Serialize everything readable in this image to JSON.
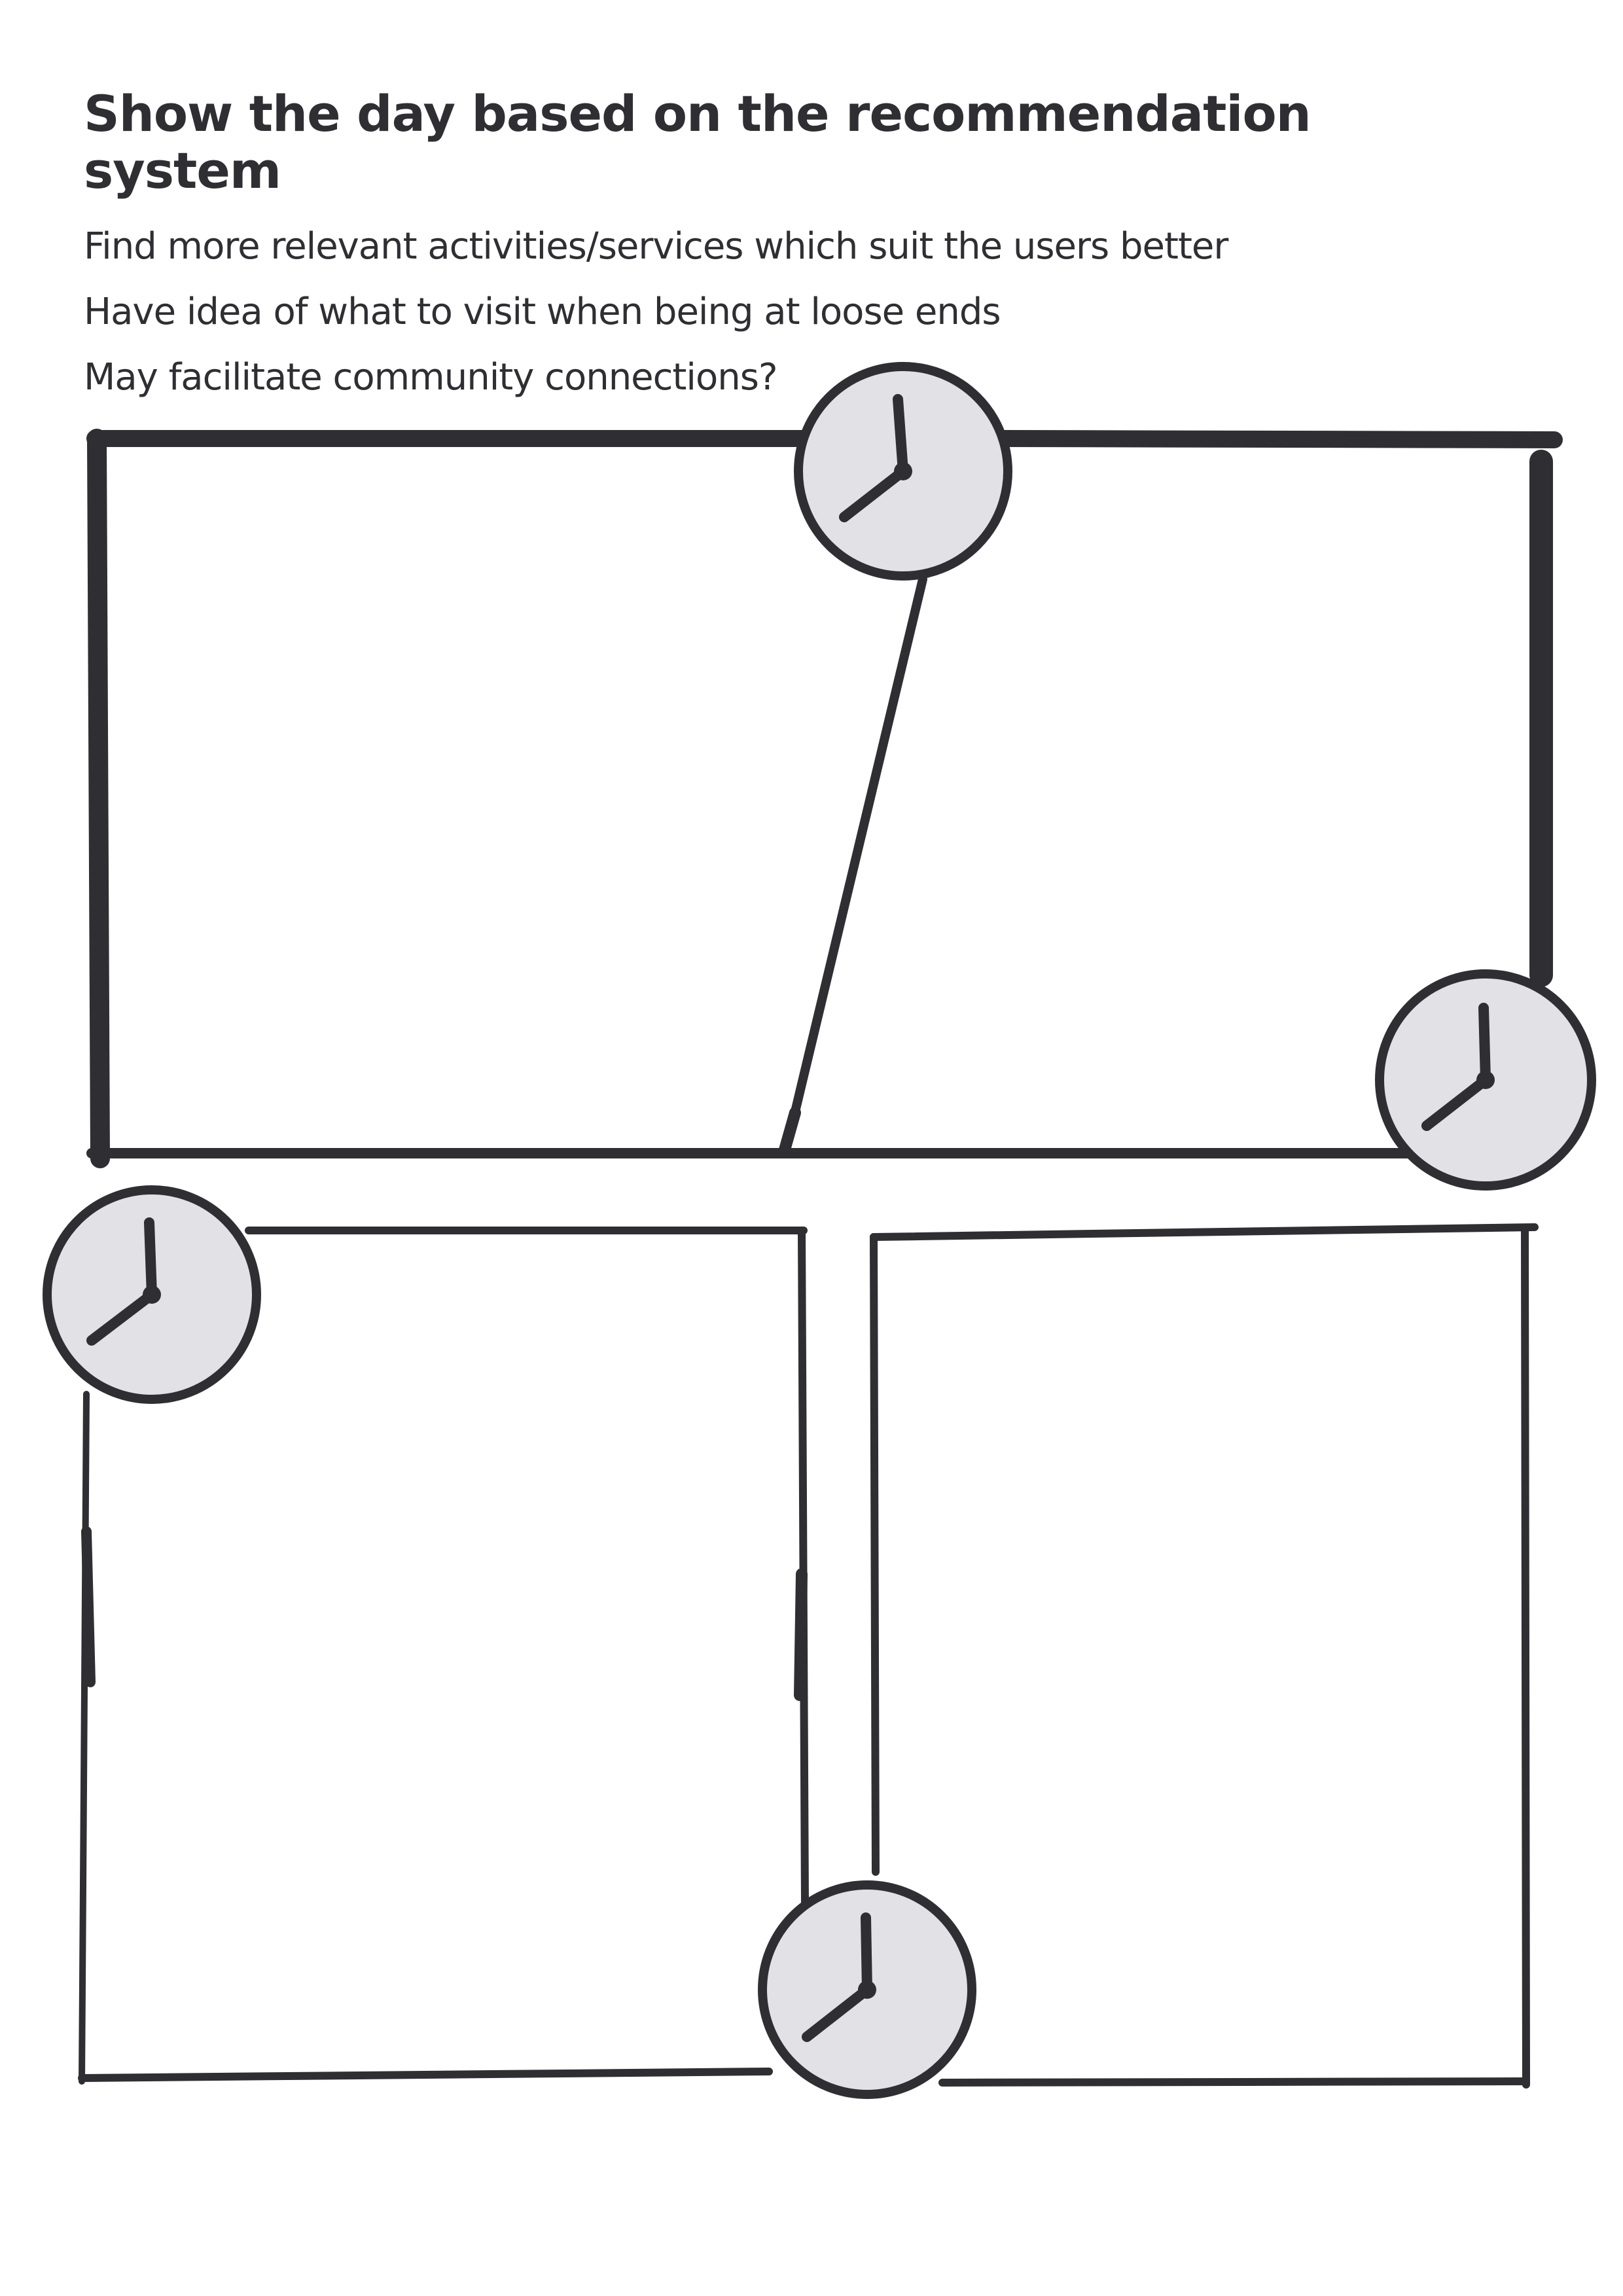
{
  "title": "Show the day based on the recommendation system",
  "lines": [
    "Find more relevant activities/services which suit the users better",
    "Have idea of what to visit when being at loose ends",
    "May facilitate community connections?"
  ],
  "colors": {
    "ink": "#2f2f33",
    "clock_face": "#e2e1e6",
    "paper": "#ffffff"
  },
  "icons": {
    "clock": "clock-icon"
  }
}
